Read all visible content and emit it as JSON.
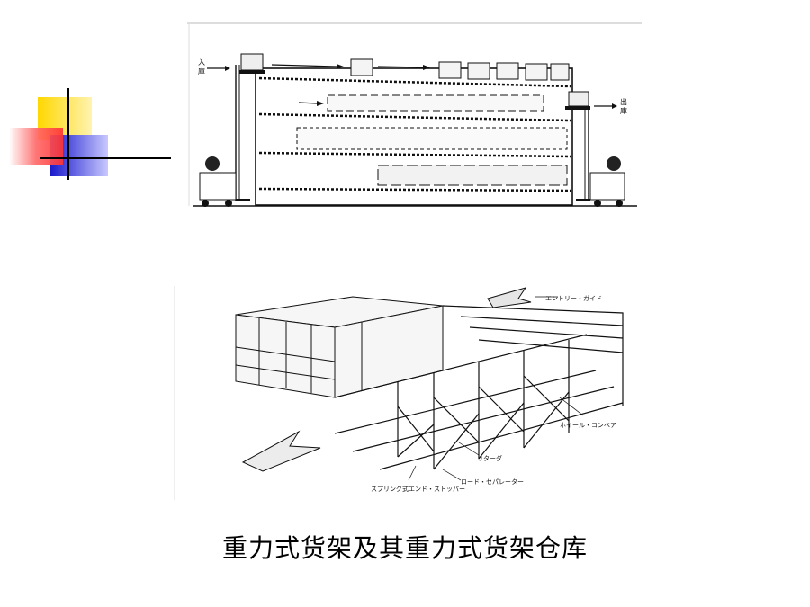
{
  "caption": "重力式货架及其重力式货架仓库",
  "top_figure": {
    "entry_label_vertical": [
      "入",
      "庫"
    ],
    "exit_label_vertical": [
      "出",
      "庫"
    ]
  },
  "bottom_figure": {
    "labels": {
      "entry_guide": "エントリー・ガイド",
      "wheel_conveyor": "ホイール・コンベア",
      "retarder": "リターダ",
      "load_separator": "ロード・セパレーター",
      "spring_end_stopper": "スプリング式エンド・ストッパー"
    }
  },
  "colors": {
    "deco_yellow": "#ffd700",
    "deco_blue": "#2222cc",
    "deco_red": "#ff3333",
    "deco_line": "#000000"
  }
}
